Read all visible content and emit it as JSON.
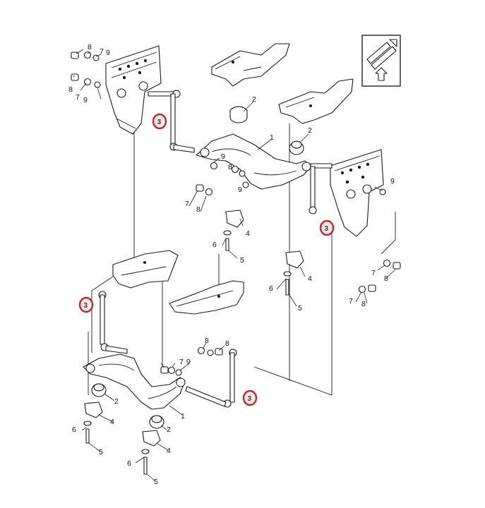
{
  "diagram": {
    "callouts": [
      {
        "id": "c-8-a",
        "label": "8"
      },
      {
        "id": "c-7-a",
        "label": "7"
      },
      {
        "id": "c-9-a",
        "label": "9"
      },
      {
        "id": "c-8-b",
        "label": "8"
      },
      {
        "id": "c-7-b",
        "label": "7"
      },
      {
        "id": "c-9-b",
        "label": "9"
      },
      {
        "id": "c-2-a",
        "label": "2"
      },
      {
        "id": "c-2-b",
        "label": "2"
      },
      {
        "id": "c-1-a",
        "label": "1"
      },
      {
        "id": "c-9-c",
        "label": "9"
      },
      {
        "id": "c-8-c",
        "label": "8"
      },
      {
        "id": "c-9-d",
        "label": "9"
      },
      {
        "id": "c-7-c",
        "label": "7"
      },
      {
        "id": "c-8-d",
        "label": "8"
      },
      {
        "id": "c-4-a",
        "label": "4"
      },
      {
        "id": "c-6-a",
        "label": "6"
      },
      {
        "id": "c-5-a",
        "label": "5"
      },
      {
        "id": "c-4-b",
        "label": "4"
      },
      {
        "id": "c-6-b",
        "label": "6"
      },
      {
        "id": "c-5-b",
        "label": "5"
      },
      {
        "id": "c-9-e",
        "label": "9"
      },
      {
        "id": "c-7-d",
        "label": "7"
      },
      {
        "id": "c-8-e",
        "label": "8"
      },
      {
        "id": "c-7-e",
        "label": "7"
      },
      {
        "id": "c-8-f",
        "label": "8"
      },
      {
        "id": "c-8-g",
        "label": "8"
      },
      {
        "id": "c-8-h",
        "label": "8"
      },
      {
        "id": "c-7-f",
        "label": "7"
      },
      {
        "id": "c-9-f",
        "label": "9"
      },
      {
        "id": "c-2-c",
        "label": "2"
      },
      {
        "id": "c-4-c",
        "label": "4"
      },
      {
        "id": "c-6-c",
        "label": "6"
      },
      {
        "id": "c-5-c",
        "label": "5"
      },
      {
        "id": "c-1-b",
        "label": "1"
      },
      {
        "id": "c-2-d",
        "label": "2"
      },
      {
        "id": "c-4-d",
        "label": "4"
      },
      {
        "id": "c-6-d",
        "label": "6"
      },
      {
        "id": "c-5-d",
        "label": "5"
      }
    ],
    "highlighted": [
      {
        "id": "h-3-a",
        "label": "3"
      },
      {
        "id": "h-3-b",
        "label": "3"
      },
      {
        "id": "h-3-c",
        "label": "3"
      },
      {
        "id": "h-3-d",
        "label": "3"
      }
    ],
    "highlight_color": "#d42020",
    "orientation_icon": "front-direction-arrow-icon"
  }
}
